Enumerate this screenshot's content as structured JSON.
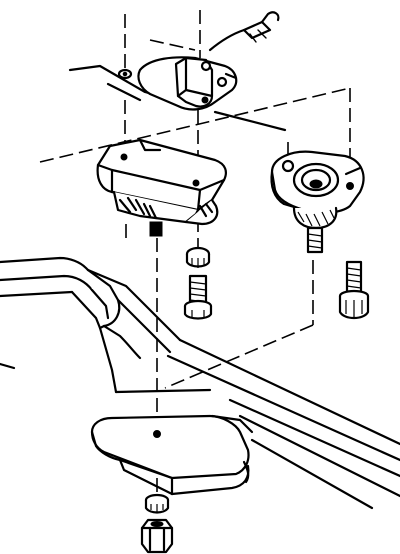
{
  "figure": {
    "parts": [
      "wire-connector",
      "upper-bracket",
      "spacer-block",
      "nut-upper",
      "bolt-left",
      "bumper-mount",
      "bolt-right",
      "frame-rail",
      "frame-pad",
      "nut-lower-washer",
      "nut-lower"
    ]
  }
}
